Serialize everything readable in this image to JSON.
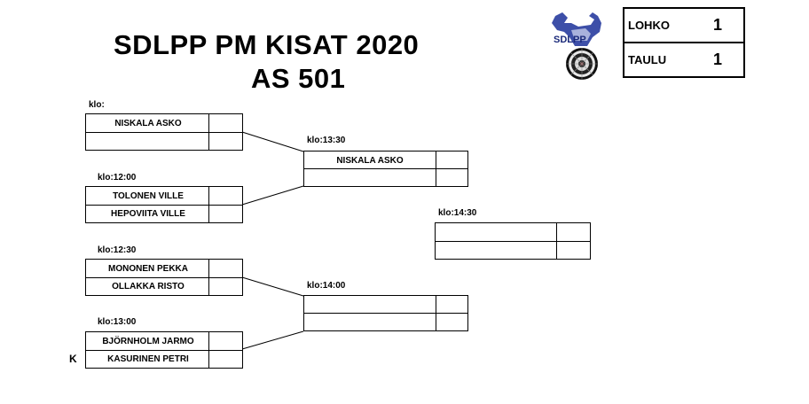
{
  "header": {
    "title_line1": "SDLPP PM KISAT 2020",
    "title_line2": "AS 501"
  },
  "info": {
    "lohko_label": "LOHKO",
    "lohko_value": "1",
    "taulu_label": "TAULU",
    "taulu_value": "1"
  },
  "logo": {
    "text": "SDLPP",
    "icon": "dartboard-icon"
  },
  "bracket": {
    "round1": [
      {
        "klo": "klo:",
        "player1": "NISKALA ASKO",
        "player2": ""
      },
      {
        "klo": "klo:12:00",
        "player1": "TOLONEN VILLE",
        "player2": "HEPOVIITA VILLE"
      },
      {
        "klo": "klo:12:30",
        "player1": "MONONEN PEKKA",
        "player2": "OLLAKKA RISTO"
      },
      {
        "klo": "klo:13:00",
        "player1": "BJÖRNHOLM JARMO",
        "player2": "KASURINEN PETRI"
      }
    ],
    "semis": [
      {
        "klo": "klo:13:30",
        "player1": "NISKALA ASKO",
        "player2": ""
      },
      {
        "klo": "klo:14:00",
        "player1": "",
        "player2": ""
      }
    ],
    "final": {
      "klo": "klo:14:30",
      "player1": "",
      "player2": ""
    },
    "marker": "K"
  },
  "colors": {
    "logo_blue": "#3d4fa8",
    "logo_light": "#a9b2dc"
  }
}
